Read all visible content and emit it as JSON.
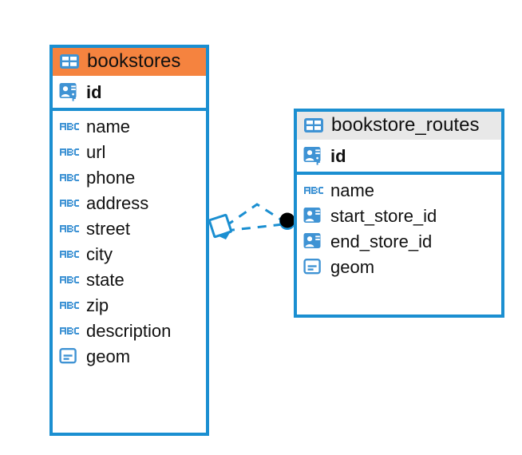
{
  "diagram": {
    "type": "entity-relationship-diagram",
    "colors": {
      "edge_blue": "#1b8fd1",
      "selected_header_orange": "#f5833f",
      "header_gray": "#e8e8e8",
      "icon_blue": "#3f93d4",
      "text_black": "#111111",
      "connector_blue": "#1b8fd1",
      "connector_endpoint_black": "#000000"
    },
    "entities": [
      {
        "name": "bookstores",
        "header_icon": "table-grid-icon",
        "selected": true,
        "fields": [
          {
            "name": "id",
            "icon": "primary-key-icon",
            "type": "pk"
          },
          {
            "name": "name",
            "icon": "abc-text-icon",
            "type": "varchar"
          },
          {
            "name": "url",
            "icon": "abc-text-icon",
            "type": "varchar"
          },
          {
            "name": "phone",
            "icon": "abc-text-icon",
            "type": "varchar"
          },
          {
            "name": "address",
            "icon": "abc-text-icon",
            "type": "varchar"
          },
          {
            "name": "street",
            "icon": "abc-text-icon",
            "type": "varchar"
          },
          {
            "name": "city",
            "icon": "abc-text-icon",
            "type": "varchar"
          },
          {
            "name": "state",
            "icon": "abc-text-icon",
            "type": "varchar"
          },
          {
            "name": "zip",
            "icon": "abc-text-icon",
            "type": "varchar"
          },
          {
            "name": "description",
            "icon": "abc-text-icon",
            "type": "varchar"
          },
          {
            "name": "geom",
            "icon": "geometry-icon",
            "type": "geometry"
          }
        ]
      },
      {
        "name": "bookstore_routes",
        "header_icon": "table-grid-icon",
        "selected": false,
        "fields": [
          {
            "name": "id",
            "icon": "primary-key-icon",
            "type": "pk"
          },
          {
            "name": "name",
            "icon": "abc-text-icon",
            "type": "varchar"
          },
          {
            "name": "start_store_id",
            "icon": "foreign-key-icon",
            "type": "fk"
          },
          {
            "name": "end_store_id",
            "icon": "foreign-key-icon",
            "type": "fk"
          },
          {
            "name": "geom",
            "icon": "geometry-icon",
            "type": "geometry"
          }
        ]
      }
    ],
    "relationship": {
      "source_entity": "bookstores",
      "target_entity": "bookstore_routes",
      "source_endpoint": "diamond-outline",
      "target_endpoint": "filled-circle",
      "line_style": "dashed"
    }
  }
}
